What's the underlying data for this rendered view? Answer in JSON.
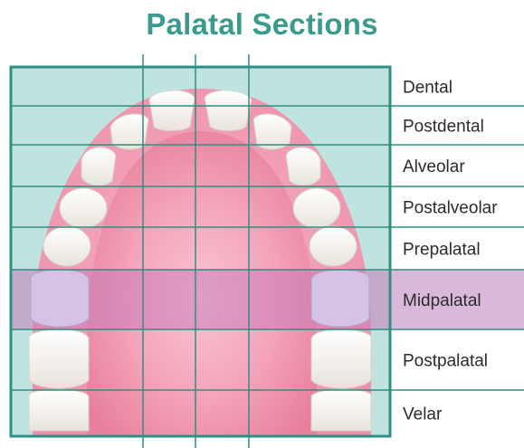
{
  "title": "Palatal Sections",
  "sections": [
    {
      "label": "Dental"
    },
    {
      "label": "Postdental"
    },
    {
      "label": "Alveolar"
    },
    {
      "label": "Postalveolar"
    },
    {
      "label": "Prepalatal"
    },
    {
      "label": "Midpalatal",
      "highlighted": true
    },
    {
      "label": "Postpalatal"
    },
    {
      "label": "Velar"
    }
  ],
  "colors": {
    "title": "#3a9a8c",
    "grid_line": "#2f8f80",
    "background_panel": "#bfe3df",
    "highlight_band": "#c77bb8",
    "highlight_label_bg": "#d9b8dc",
    "palate": "#f4a3ba",
    "teeth": "#f7f3ee"
  }
}
